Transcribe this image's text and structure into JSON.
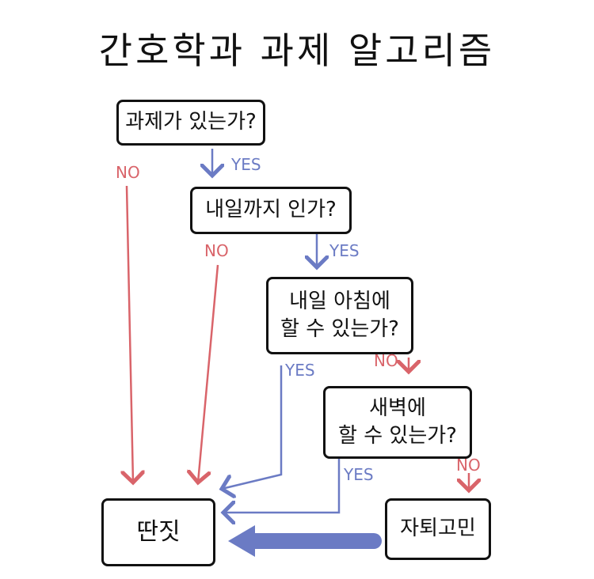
{
  "title": "간호학과 과제 알고리즘",
  "nodes": {
    "q1": "과제가 있는가?",
    "q2": "내일까지 인가?",
    "q3_line1": "내일 아침에",
    "q3_line2": "할 수 있는가?",
    "q4_line1": "새벽에",
    "q4_line2": "할 수 있는가?",
    "result_ddanjit": "딴짓",
    "result_jatoe": "자퇴고민"
  },
  "labels": {
    "yes": "YES",
    "no": "NO"
  },
  "colors": {
    "no": "#d9646a",
    "yes": "#6b7bc4",
    "box_border": "#111111"
  }
}
